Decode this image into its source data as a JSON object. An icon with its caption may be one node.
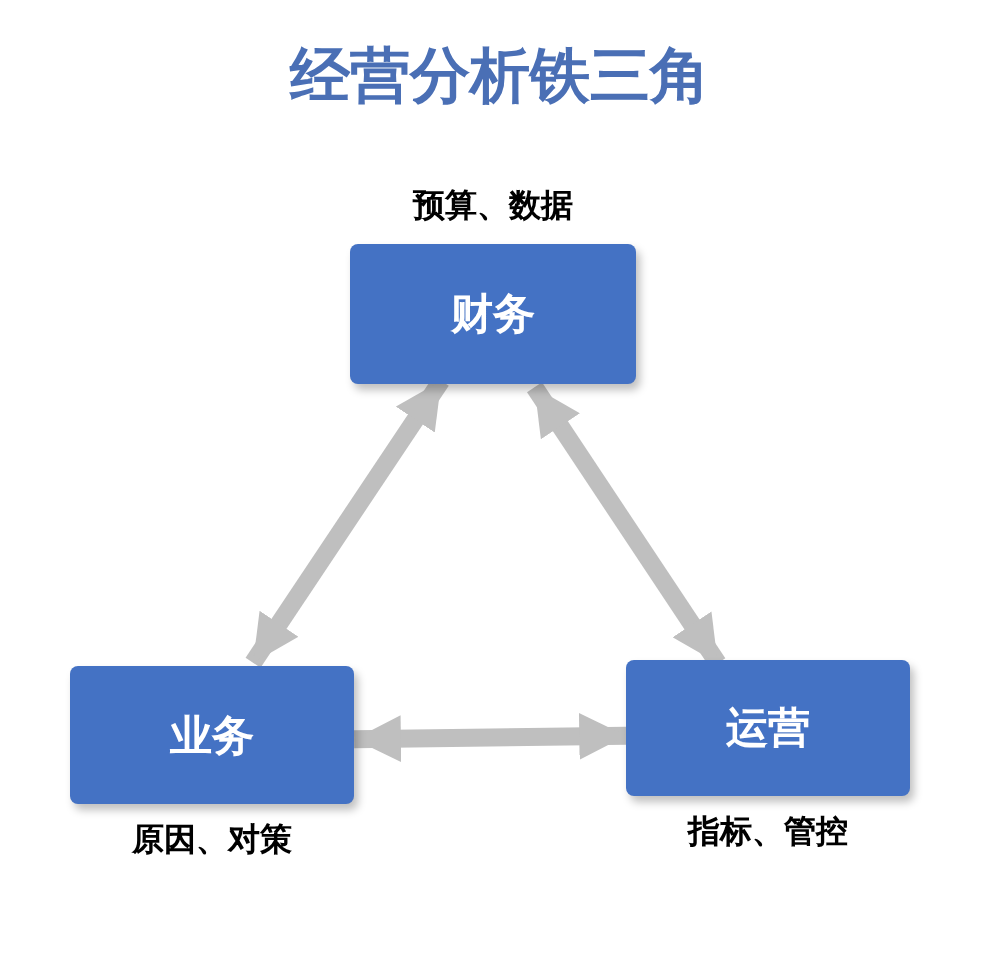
{
  "diagram": {
    "title": "经营分析铁三角",
    "nodes": [
      {
        "text": [
          "财务"
        ],
        "beside": [
          "预算、数据"
        ]
      },
      {
        "text": [
          "业务"
        ],
        "beside": [
          "原因、对策"
        ]
      },
      {
        "text": [
          "运营"
        ],
        "beside": [
          "指标、管控"
        ]
      }
    ],
    "edges": [
      {
        "from": 0,
        "to": 1,
        "arrow": "both"
      },
      {
        "from": 0,
        "to": 2,
        "arrow": "both"
      },
      {
        "from": 1,
        "to": 2,
        "arrow": "both"
      }
    ]
  }
}
